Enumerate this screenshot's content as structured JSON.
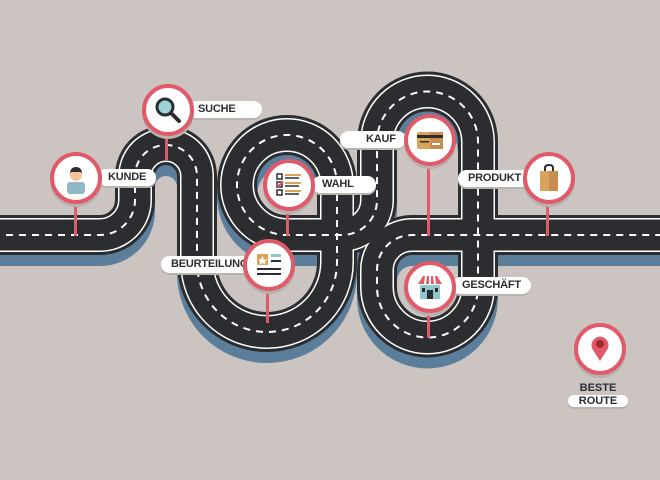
{
  "title": "Beste Route",
  "colors": {
    "background": "#cbc4c1",
    "road": "#2b2d30",
    "shadow": "#5b7e9b",
    "accent": "#e05a6a"
  },
  "stations": [
    {
      "label": "KUNDE",
      "icon": "customer-icon"
    },
    {
      "label": "SUCHE",
      "icon": "magnifier-icon"
    },
    {
      "label": "WAHL",
      "icon": "checklist-icon"
    },
    {
      "label": "BEURTEILUNG",
      "icon": "rating-icon"
    },
    {
      "label": "KAUF",
      "icon": "credit-card-icon"
    },
    {
      "label": "PRODUKT",
      "icon": "shopping-bag-icon"
    },
    {
      "label": "GESCHÄFT",
      "icon": "store-icon"
    }
  ],
  "legend": {
    "line1": "BESTE",
    "line2": "ROUTE",
    "icon": "location-pin-icon"
  }
}
